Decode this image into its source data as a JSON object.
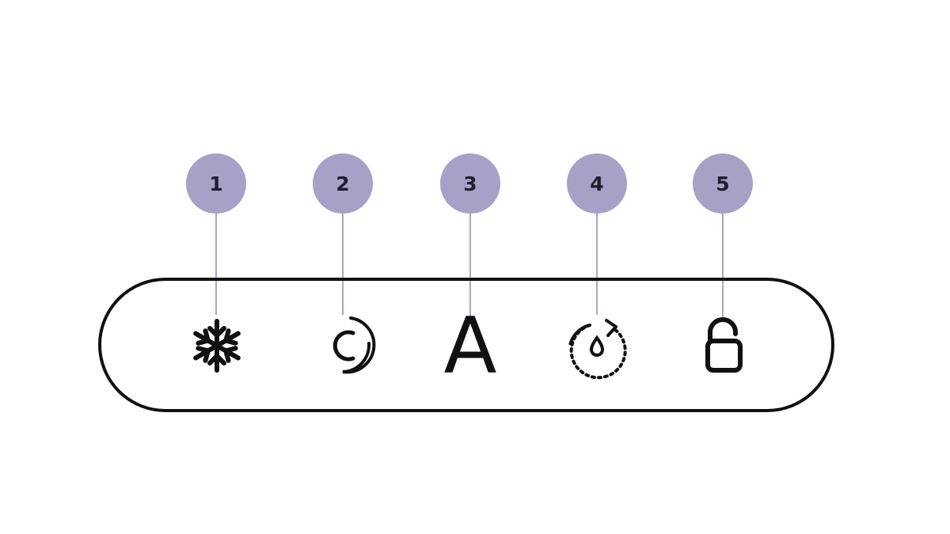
{
  "colors": {
    "background": "#ffffff",
    "callout_fill": "#a6a1c7",
    "callout_text": "#1f1f2e",
    "leader_line": "#aaa5cc",
    "panel_stroke": "#111111",
    "icon": "#111111"
  },
  "panel": {
    "indicators": [
      {
        "number": "1",
        "icon": "snowflake-icon"
      },
      {
        "number": "2",
        "icon": "c-circle-icon"
      },
      {
        "number": "3",
        "icon": "letter-a-icon",
        "glyph": "A"
      },
      {
        "number": "4",
        "icon": "water-drop-refresh-icon"
      },
      {
        "number": "5",
        "icon": "unlocked-padlock-icon"
      }
    ]
  }
}
